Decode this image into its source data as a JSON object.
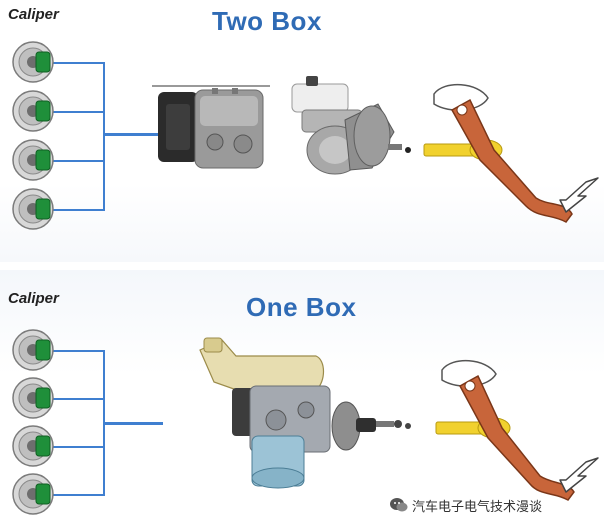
{
  "top": {
    "caliper_label": "Caliper",
    "title": "Two Box"
  },
  "bottom": {
    "caliper_label": "Caliper",
    "title": "One Box"
  },
  "watermark": {
    "text": "汽车电子电气技术漫谈"
  },
  "colors": {
    "title_blue": "#2f6bb5",
    "wire_blue": "#3f7fd0",
    "caliper_green": "#1f8f3a",
    "pedal_orange": "#c8653a",
    "rod_yellow": "#f1d12e"
  },
  "icons": [
    "brake-disc-icon",
    "caliper-icon",
    "abs-module-icon",
    "master-cylinder-booster-icon",
    "push-rod-icon",
    "brake-pedal-icon",
    "force-arrow-icon",
    "integrated-brake-unit-icon",
    "wechat-icon"
  ]
}
